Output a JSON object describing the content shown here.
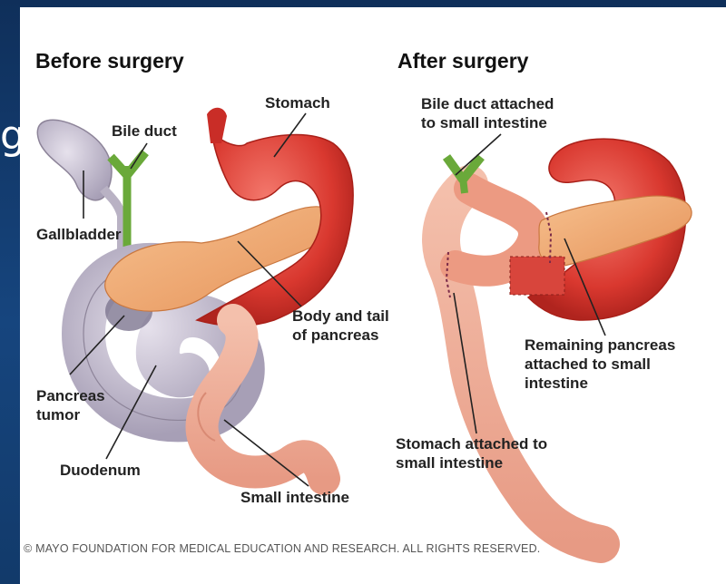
{
  "before": {
    "heading": "Before surgery",
    "labels": {
      "stomach": "Stomach",
      "bile_duct": "Bile duct",
      "gallbladder": "Gallbladder",
      "body_tail_pancreas": "Body and tail\nof pancreas",
      "pancreas_tumor": "Pancreas\ntumor",
      "duodenum": "Duodenum",
      "small_intestine": "Small intestine"
    }
  },
  "after": {
    "heading": "After surgery",
    "labels": {
      "bile_duct_attached": "Bile duct attached\nto small intestine",
      "remaining_pancreas": "Remaining pancreas\nattached to small\nintestine",
      "stomach_attached": "Stomach attached to\nsmall intestine"
    }
  },
  "copyright": "© MAYO FOUNDATION FOR MEDICAL EDUCATION AND RESEARCH. ALL RIGHTS RESERVED.",
  "background_glyph": "g",
  "colors": {
    "slide_background": "#16457e",
    "stomach": "#e0433f",
    "pancreas": "#f0a872",
    "duodenum": "#c9c3d3",
    "bile_duct": "#6aa93a",
    "intestine": "#f2b09a"
  }
}
